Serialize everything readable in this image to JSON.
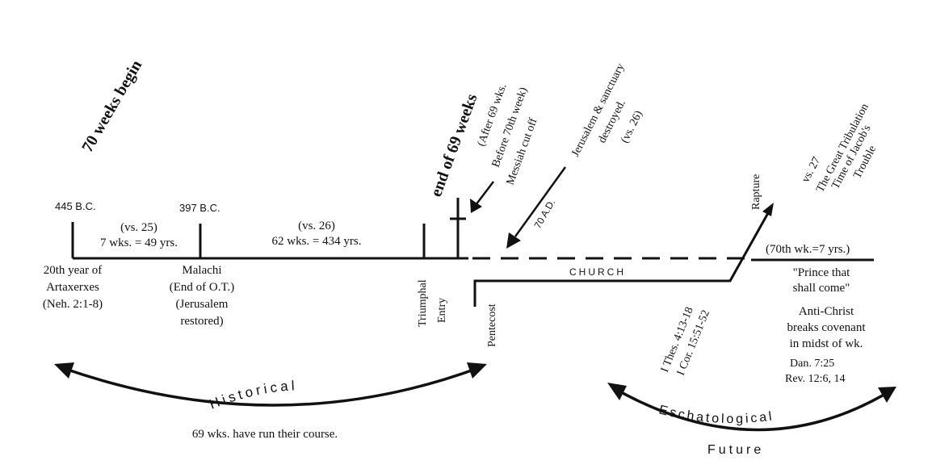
{
  "start": {
    "title": "70 weeks begin",
    "date": "445 B.C.",
    "desc": [
      "20th year of",
      "Artaxerxes",
      "(Neh. 2:1-8)"
    ]
  },
  "malachi": {
    "date": "397 B.C.",
    "desc": [
      "Malachi",
      "(End of O.T.)",
      "(Jerusalem",
      "restored)"
    ]
  },
  "seven_weeks": [
    "(vs. 25)",
    "7 wks. = 49 yrs."
  ],
  "sixty_two_weeks": [
    "(vs. 26)",
    "62 wks. = 434 yrs."
  ],
  "triumphal_entry": [
    "Triumphal",
    "Entry"
  ],
  "end_69": {
    "title": "end of 69 weeks",
    "note": [
      "(After 69 wks.",
      "Before 70th week)",
      "Messiah cut off"
    ]
  },
  "jerusalem": {
    "text": [
      "Jerusalem & sanctuary",
      "destroyed.",
      "(vs. 26)"
    ],
    "date": "70 A.D."
  },
  "pentecost": "Pentecost",
  "church": "CHURCH",
  "rapture": "Rapture",
  "tribulation": [
    "vs. 27",
    "The Great Tribulation",
    "Time of Jacob's",
    "Trouble"
  ],
  "seventieth_week": "(70th wk.=7 yrs.)",
  "prince": [
    "\"Prince that",
    "shall come\""
  ],
  "antichrist": [
    "Anti-Christ",
    "breaks covenant",
    "in midst of wk."
  ],
  "dan_rev": [
    "Dan. 7:25",
    "Rev. 12:6, 14"
  ],
  "thes_cor": [
    "I Thes. 4:13-18",
    "I Cor. 15:51-52"
  ],
  "historical": {
    "label": "Historical",
    "caption": "69 wks. have run their course."
  },
  "eschatological": {
    "label": "Eschatological",
    "sub": "Future"
  }
}
